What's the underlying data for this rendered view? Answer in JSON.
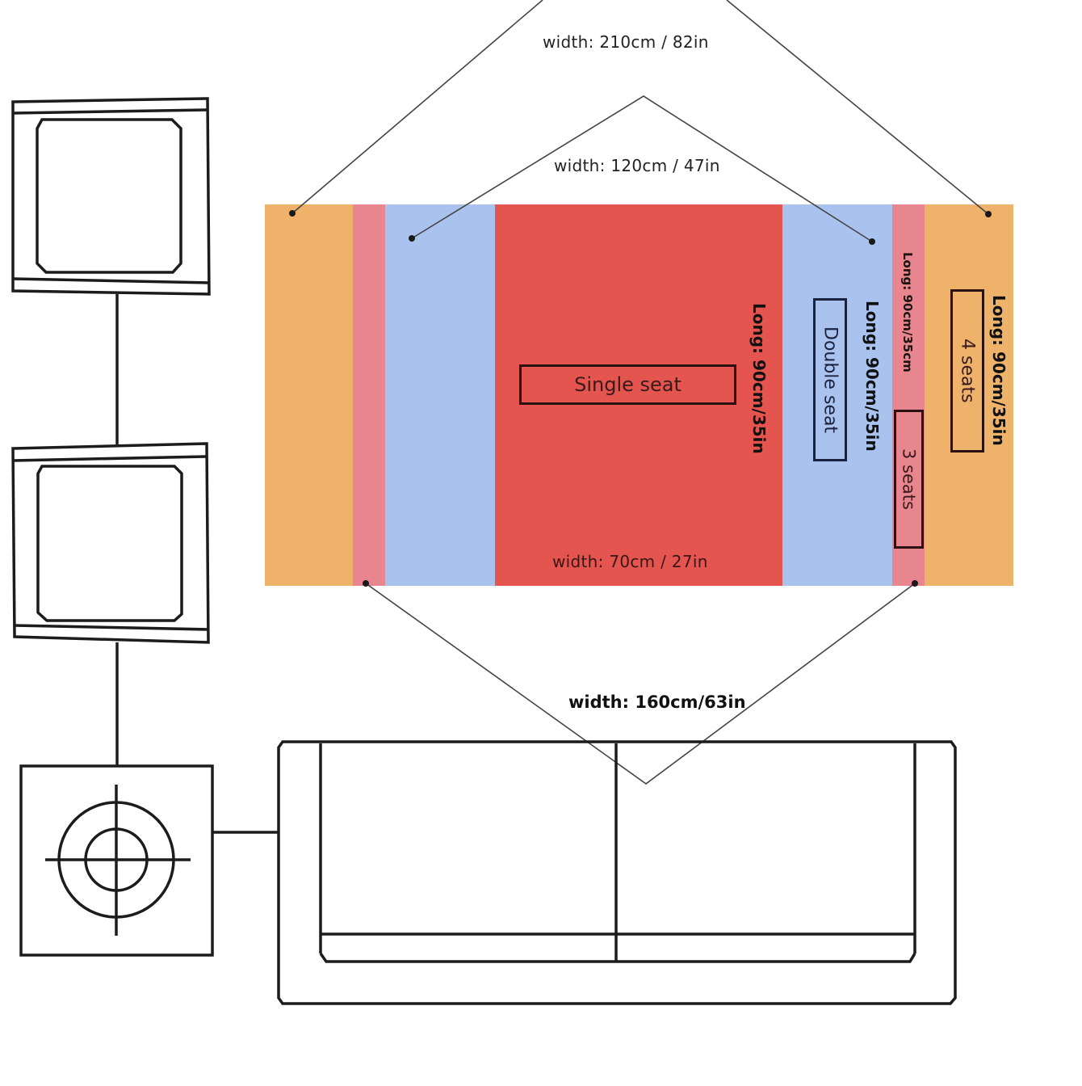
{
  "diagram": {
    "title_dimensions": {
      "width_210": "width:  210cm / 82in",
      "width_120": "width: 120cm / 47in",
      "width_70": "width:  70cm / 27in",
      "width_160": "width: 160cm/63in"
    },
    "length_labels": {
      "single": "Long: 90cm/35in",
      "double": "Long: 90cm/35in",
      "three": "Long: 90cm/35cm",
      "four": "Long: 90cm/35in"
    },
    "seat_labels": {
      "single": "Single seat",
      "double": "Double seat",
      "three": "3 seats",
      "four": "4 seats"
    },
    "colors": {
      "four_seat": "#EEB26A",
      "three_seat": "#E88690",
      "double_seat": "#A9C3EE",
      "single_seat": "#E5554F",
      "line": "#1c1c1c",
      "pointer": "#444444"
    },
    "furniture": [
      "armchair-top",
      "armchair-middle",
      "side-table-lamp",
      "sofa"
    ]
  }
}
